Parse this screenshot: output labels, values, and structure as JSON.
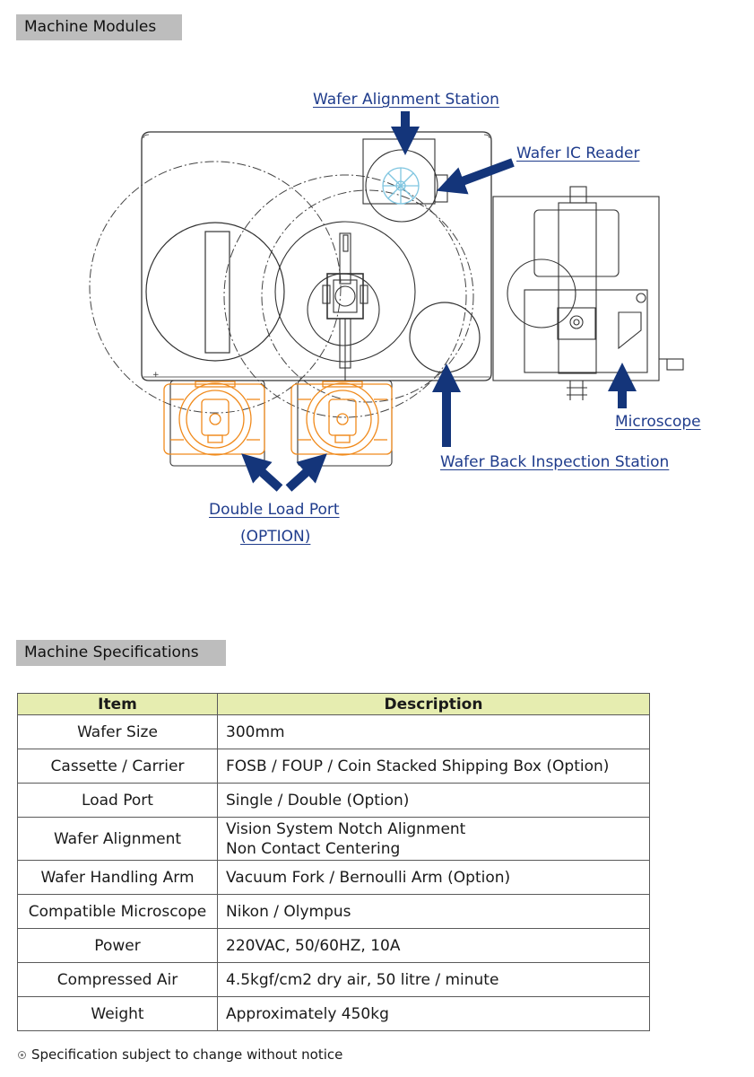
{
  "sections": {
    "modules_title": "Machine Modules",
    "specs_title": "Machine Specifications"
  },
  "callouts": {
    "wafer_alignment": "Wafer Alignment Station",
    "wafer_ic_reader": "Wafer IC Reader",
    "microscope": "Microscope",
    "wafer_back_inspection": "Wafer Back Inspection Station",
    "double_load_port": "Double Load Port",
    "option": "(OPTION)"
  },
  "colors": {
    "arrow": "#14357a",
    "load_port": "#f08a1c",
    "aligner": "#7fc5e0",
    "header_bg": "#bdbdbd",
    "table_header_bg": "#e6edb0"
  },
  "table": {
    "headers": [
      "Item",
      "Description"
    ],
    "rows": [
      {
        "item": "Wafer Size",
        "desc": [
          "300mm"
        ]
      },
      {
        "item": "Cassette / Carrier",
        "desc": [
          "FOSB / FOUP / Coin Stacked Shipping Box (Option)"
        ]
      },
      {
        "item": "Load Port",
        "desc": [
          "Single / Double (Option)"
        ]
      },
      {
        "item": "Wafer Alignment",
        "desc": [
          "Vision System Notch Alignment",
          "Non Contact Centering"
        ]
      },
      {
        "item": "Wafer Handling Arm",
        "desc": [
          "Vacuum Fork / Bernoulli Arm (Option)"
        ]
      },
      {
        "item": "Compatible Microscope",
        "desc": [
          "Nikon / Olympus"
        ]
      },
      {
        "item": "Power",
        "desc": [
          "220VAC, 50/60HZ, 10A"
        ]
      },
      {
        "item": "Compressed Air",
        "desc": [
          "4.5kgf/cm2 dry air, 50 litre / minute"
        ]
      },
      {
        "item": "Weight",
        "desc": [
          "Approximately 450kg"
        ]
      }
    ]
  },
  "note": "Specification subject to change without notice"
}
